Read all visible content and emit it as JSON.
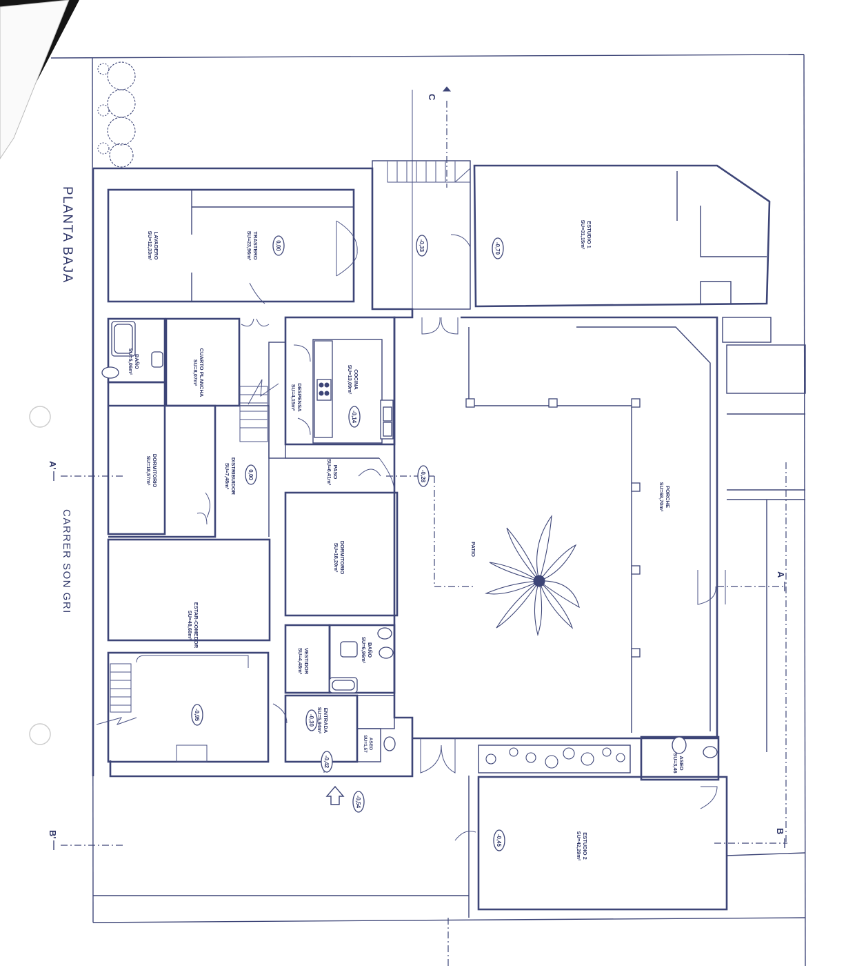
{
  "title": "PLANTA BAJA",
  "street": "CARRER SON GRI",
  "sections": {
    "a_left": "A'",
    "a_right": "A",
    "b_left": "B'",
    "b_right": "B",
    "c_top": "C"
  },
  "rooms": [
    {
      "id": "lavadero",
      "name": "LAVADERO",
      "area": "SU=12,33m²"
    },
    {
      "id": "trastero",
      "name": "TRASTERO",
      "area": "SU=23,96m²"
    },
    {
      "id": "estudio1",
      "name": "ESTUDIO 1",
      "area": "SU=31,15m²"
    },
    {
      "id": "bano1",
      "name": "BAÑO",
      "area": "SU=5,06m²"
    },
    {
      "id": "plancha",
      "name": "CUARTO PLANCHA",
      "area": "SU=8,07m²"
    },
    {
      "id": "despensa",
      "name": "DESPENSA",
      "area": "SU=4,15m²"
    },
    {
      "id": "cocina",
      "name": "COCINA",
      "area": "SU=13,09m²"
    },
    {
      "id": "dorm1",
      "name": "DORMITORIO",
      "area": "SU=18,57m²"
    },
    {
      "id": "distrib",
      "name": "DISTRIBUIDOR",
      "area": "SU=7,48m²"
    },
    {
      "id": "paso",
      "name": "PASO",
      "area": "SU=6,41m²"
    },
    {
      "id": "dorm2",
      "name": "DORMITORIO",
      "area": "SU=18,20m²"
    },
    {
      "id": "estar",
      "name": "ESTAR-COMEDOR",
      "area": "SU=48,68m²"
    },
    {
      "id": "vestidor",
      "name": "VESTIDOR",
      "area": "SU=4,48m²"
    },
    {
      "id": "bano2",
      "name": "BAÑO",
      "area": "SU=6,96m²"
    },
    {
      "id": "entrada",
      "name": "ENTRADA",
      "area": "SU=5,94m²"
    },
    {
      "id": "aseo_small",
      "name": "ASEO",
      "area": "SU=1,57"
    },
    {
      "id": "porche",
      "name": "PORCHE",
      "area": "SU=68,70m²"
    },
    {
      "id": "patio",
      "name": "PATIO",
      "area": ""
    },
    {
      "id": "aseo",
      "name": "ASEO",
      "area": "SU=3,46"
    },
    {
      "id": "estudio2",
      "name": "ESTUDIO 2",
      "area": "SU=42,29m²"
    }
  ],
  "levels": {
    "trastero": "0,00",
    "stair": "-0,33",
    "estudio1": "-0,70",
    "cocina": "-0,14",
    "distrib": "0,00",
    "paso": "-0,28",
    "estar": "-0,95",
    "entrada": "-0,30",
    "entrance": "-0,42",
    "exterior": "-0,54",
    "estudio2": "-0,45"
  },
  "colors": {
    "line": "#3d4577",
    "text": "#2f3668"
  }
}
